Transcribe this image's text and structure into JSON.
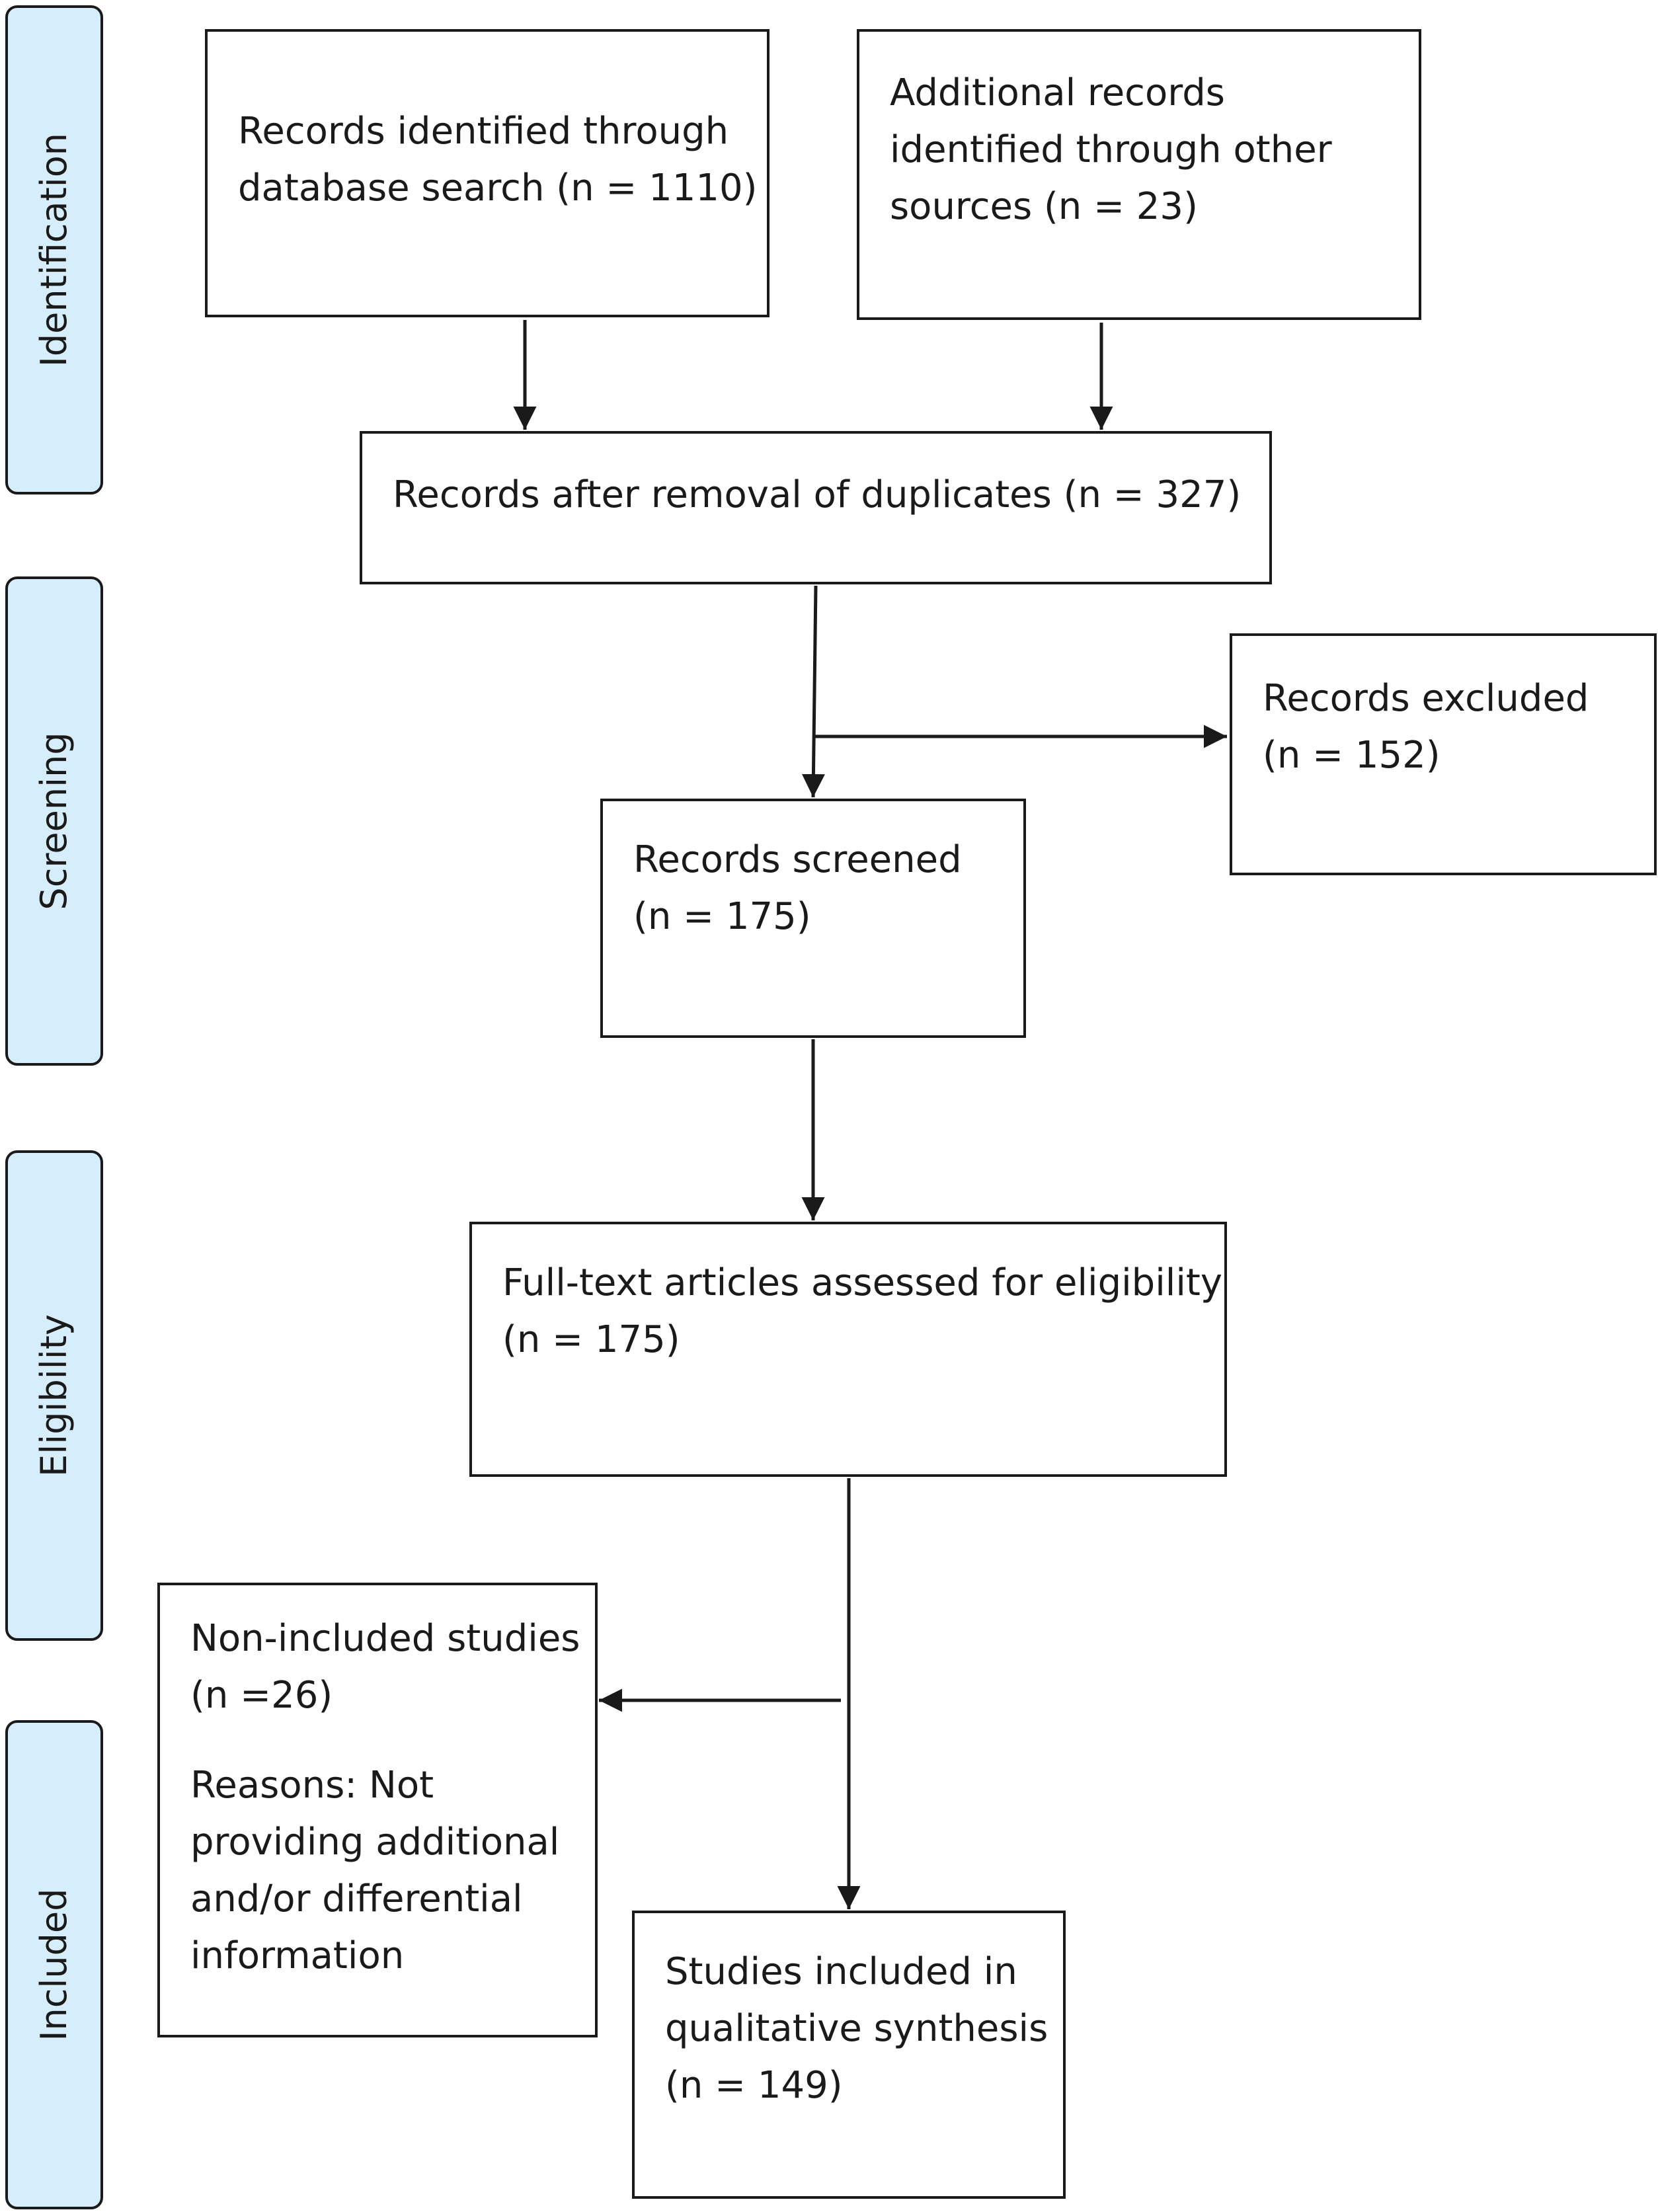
{
  "phases": {
    "identification": "Identification",
    "screening": "Screening",
    "eligibility": "Eligibility",
    "included": "Included"
  },
  "boxes": {
    "database_search": [
      "Records identified through",
      "database search (n = 1110)"
    ],
    "other_sources": [
      "Additional records",
      "identified through other",
      "sources (n = 23)"
    ],
    "after_duplicates": [
      "Records after removal of duplicates (n = 327)"
    ],
    "excluded": [
      "Records excluded",
      "(n = 152)"
    ],
    "screened": [
      "Records screened",
      "(n = 175)"
    ],
    "fulltext": [
      "Full-text articles assessed for eligibility",
      "(n = 175)"
    ],
    "non_included": [
      "Non-included studies",
      "(n =26)"
    ],
    "reasons": [
      "Reasons: Not",
      "providing additional",
      "and/or differential",
      "information"
    ],
    "included_studies": [
      "Studies included in",
      "qualitative synthesis",
      "(n = 149)"
    ]
  }
}
